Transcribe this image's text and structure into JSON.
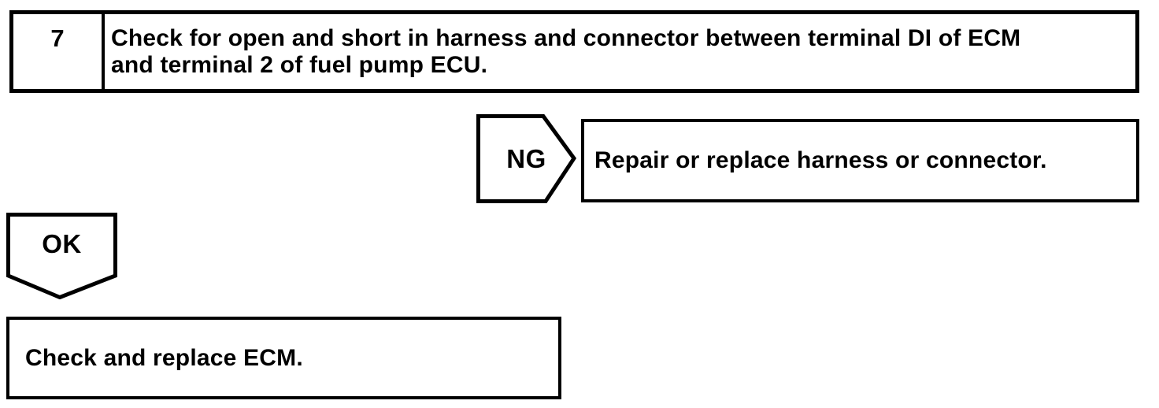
{
  "page": {
    "background_color": "#ffffff",
    "ink_color": "#000000"
  },
  "flowchart": {
    "step": {
      "number": "7",
      "instruction_lines": [
        "Check for open and short in harness and connector between terminal DI of ECM",
        "and terminal 2 of fuel pump ECU."
      ]
    },
    "ng_branch": {
      "label": "NG",
      "action": "Repair or replace harness or connector."
    },
    "ok_branch": {
      "label": "OK",
      "action": "Check and replace ECM."
    }
  }
}
